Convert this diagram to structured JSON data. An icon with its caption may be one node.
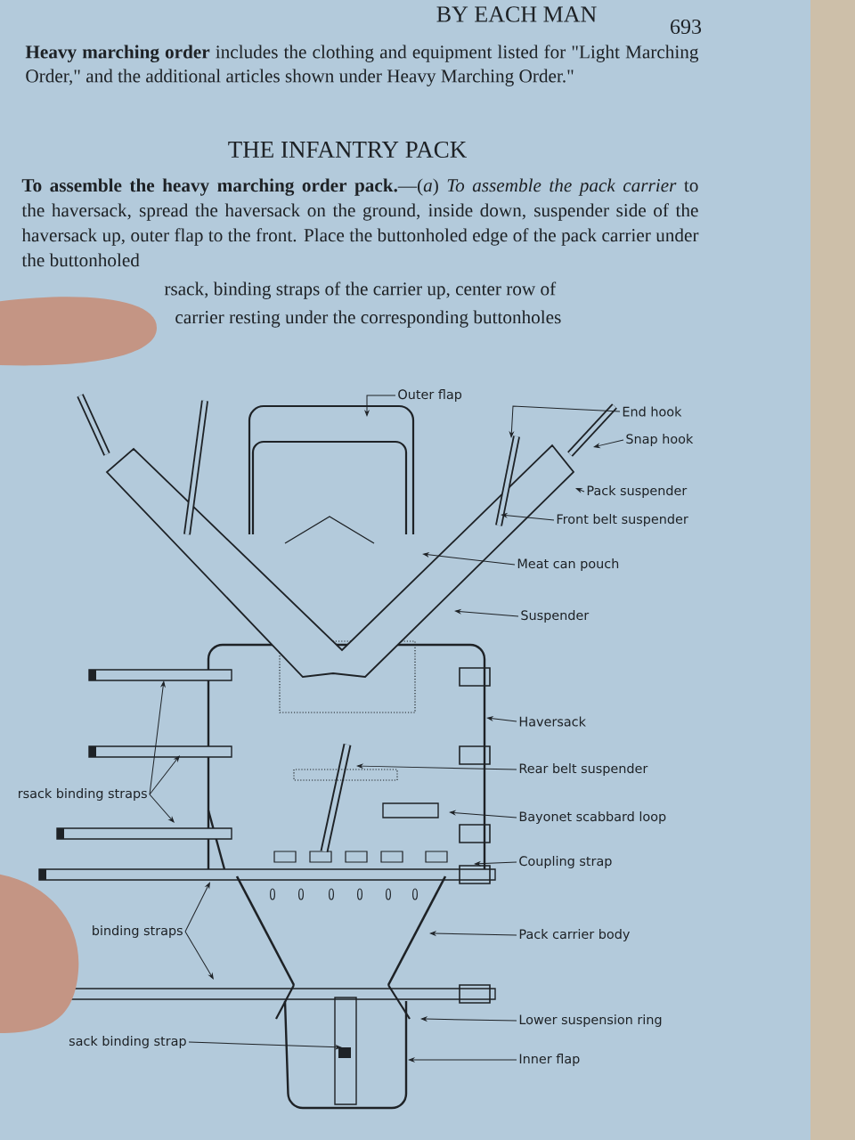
{
  "diagram": {
    "title": "THE INFANTRY PACK",
    "nodes": [
      {
        "text": [
          "Outer flap"
        ]
      },
      {
        "text": [
          "End hook"
        ]
      },
      {
        "text": [
          "Snap hook"
        ]
      },
      {
        "text": [
          "Pack suspender"
        ]
      },
      {
        "text": [
          "Front belt suspender"
        ]
      },
      {
        "text": [
          "Meat can pouch"
        ]
      },
      {
        "text": [
          "Suspender"
        ]
      },
      {
        "text": [
          "Haversack"
        ]
      },
      {
        "text": [
          "Rear belt suspender"
        ]
      },
      {
        "text": [
          "rsack binding straps"
        ]
      },
      {
        "text": [
          "Bayonet scabbard loop"
        ]
      },
      {
        "text": [
          "Coupling strap"
        ]
      },
      {
        "text": [
          "binding straps"
        ]
      },
      {
        "text": [
          "Pack carrier body"
        ]
      },
      {
        "text": [
          "Lower suspension ring"
        ]
      },
      {
        "text": [
          "sack binding strap"
        ]
      },
      {
        "text": [
          "Inner flap"
        ]
      }
    ],
    "edges": [
      {
        "from": 0,
        "to": null,
        "arrow": "to"
      },
      {
        "from": 1,
        "to": null,
        "arrow": "to"
      },
      {
        "from": 2,
        "to": null,
        "arrow": "to"
      },
      {
        "from": 3,
        "to": null,
        "arrow": "to"
      },
      {
        "from": 4,
        "to": null,
        "arrow": "to"
      },
      {
        "from": 5,
        "to": null,
        "arrow": "to"
      },
      {
        "from": 6,
        "to": null,
        "arrow": "to"
      },
      {
        "from": 7,
        "to": null,
        "arrow": "to"
      },
      {
        "from": 8,
        "to": null,
        "arrow": "to"
      },
      {
        "from": 9,
        "to": null,
        "arrow": "to"
      },
      {
        "from": 9,
        "to": null,
        "arrow": "to"
      },
      {
        "from": 9,
        "to": null,
        "arrow": "to"
      },
      {
        "from": 10,
        "to": null,
        "arrow": "to"
      },
      {
        "from": 11,
        "to": null,
        "arrow": "to"
      },
      {
        "from": 12,
        "to": null,
        "arrow": "to"
      },
      {
        "from": 12,
        "to": null,
        "arrow": "to"
      },
      {
        "from": 13,
        "to": null,
        "arrow": "to"
      },
      {
        "from": 14,
        "to": null,
        "arrow": "to"
      },
      {
        "from": 15,
        "to": null,
        "arrow": "to"
      },
      {
        "from": 16,
        "to": null,
        "arrow": "to"
      }
    ],
    "labels": [
      "BY EACH MAN",
      "693",
      "**Heavy marching order** includes the clothing and equipment listed for \"Light Marching Order,\" and the additional articles shown under Heavy Marching Order.\"",
      "**To assemble the heavy marching order pack.**—(*a*) *To assemble the pack carrier* to the haversack, spread the haversack on the ground, inside down, suspender side of the haversack up, outer flap to the front. Place the buttonholed edge of the pack carrier under the buttonholed",
      "rsack, binding straps of the carrier up, center row of",
      "carrier resting under the corresponding buttonholes"
    ]
  }
}
